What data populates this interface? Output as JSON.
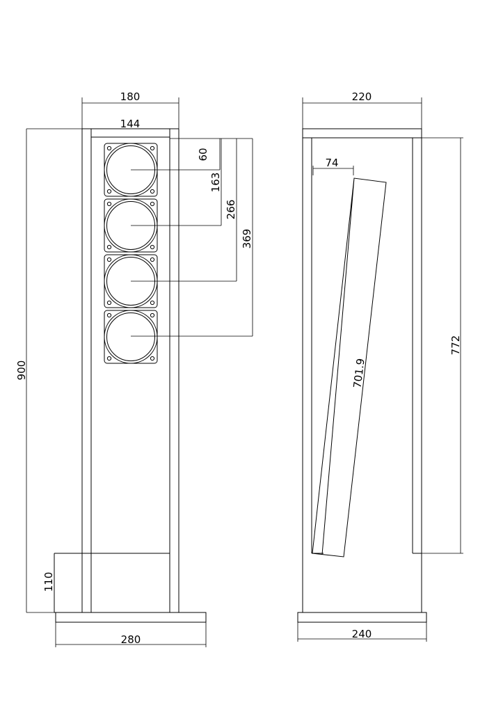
{
  "front_view": {
    "driver_count": 4,
    "dimensions": {
      "outer_width": "180",
      "inner_width": "144",
      "driver_1": "60",
      "driver_2": "163",
      "driver_3": "266",
      "driver_4": "369",
      "height": "900",
      "plinth_height": "110",
      "base_width": "280"
    }
  },
  "side_view": {
    "dimensions": {
      "depth": "220",
      "panel_offset": "74",
      "panel_length": "701.9",
      "inner_height": "772",
      "base_depth": "240"
    }
  }
}
